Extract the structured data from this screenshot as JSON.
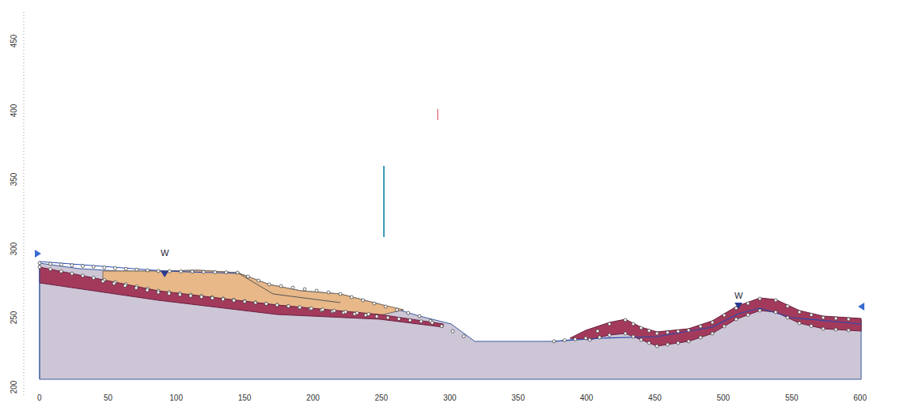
{
  "diagram": {
    "labels": [
      "0",
      "50",
      "100",
      "150",
      "200",
      "250",
      "300",
      "350",
      "400",
      "450",
      "500",
      "550",
      "600",
      "450",
      "400",
      "350",
      "300",
      "250",
      "200",
      "W",
      "W"
    ]
  }
}
